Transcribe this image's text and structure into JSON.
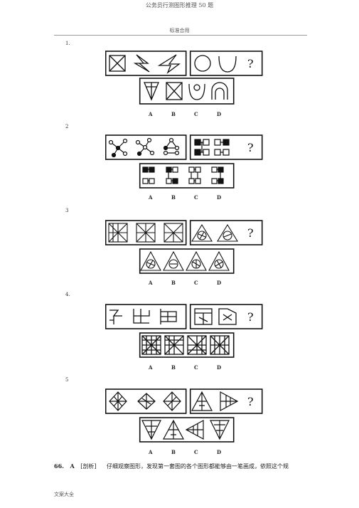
{
  "header": {
    "title": "公务员行测图形推理 50 题",
    "subtitle": "标准合用"
  },
  "questions": [
    {
      "num": "1.",
      "options": [
        "A",
        "B",
        "C",
        "D"
      ]
    },
    {
      "num": "2",
      "options": [
        "A",
        "B",
        "C",
        "D"
      ]
    },
    {
      "num": "3",
      "options": [
        "A",
        "B",
        "C",
        "D"
      ]
    },
    {
      "num": "4.",
      "options": [
        "A",
        "B",
        "C",
        "D"
      ]
    },
    {
      "num": "5",
      "options": [
        "A",
        "B",
        "C",
        "D"
      ]
    }
  ],
  "question_mark": "?",
  "answer": {
    "num": "66.",
    "letter": "A",
    "tag": "[剖析]",
    "text": "仔细观察图形，发现第一套图的各个图形都能够由一笔画成，依照这个规"
  },
  "footer": "文案大全"
}
